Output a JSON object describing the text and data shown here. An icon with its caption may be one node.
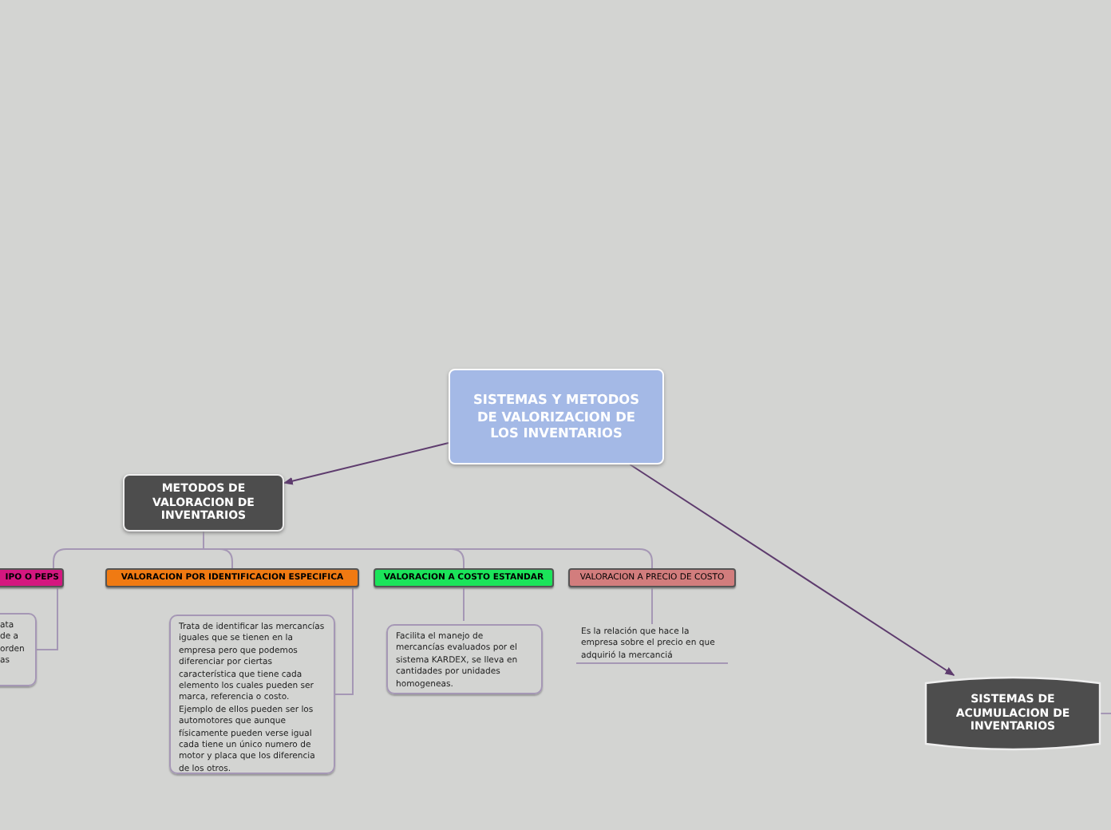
{
  "diagram": {
    "nodes": [
      {
        "text": [
          "SISTEMAS Y METODOS DE VALORIZACION DE LOS INVENTARIOS"
        ]
      },
      {
        "text": [
          "METODOS DE VALORACION DE INVENTARIOS"
        ]
      },
      {
        "text": [
          "IPO O PEPS"
        ]
      },
      {
        "text": [
          "VALORACION POR IDENTIFICACION ESPECIFICA"
        ]
      },
      {
        "text": [
          "VALORACION A COSTO ESTANDAR"
        ]
      },
      {
        "text": [
          "VALORACION A PRECIO DE COSTO"
        ]
      },
      {
        "text": [
          "ata de a orden as"
        ]
      },
      {
        "text": [
          "Trata de identificar las mercancías iguales que se tienen en la empresa pero que podemos diferenciar por ciertas característica que tiene cada elemento los cuales pueden ser marca, referencia o costo. Ejemplo de ellos pueden ser los automotores que aunque físicamente pueden verse igual cada tiene un único numero de motor y placa que los diferencia de los otros."
        ]
      },
      {
        "text": [
          "Facilita el manejo de mercancías evaluados por el sistema KARDEX, se lleva en cantidades por unidades homogeneas."
        ]
      },
      {
        "text": [
          "Es la relación que hace la empresa sobre el precio en que adquirió la mercanciá"
        ]
      },
      {
        "text": [
          "SISTEMAS DE ACUMULACION DE INVENTARIOS"
        ]
      }
    ],
    "edges": [
      {
        "from": 0,
        "to": 1,
        "arrow": "to",
        "color": "#5e3c6e"
      },
      {
        "from": 0,
        "to": 10,
        "arrow": "to",
        "color": "#5e3c6e"
      },
      {
        "from": 1,
        "to": 2,
        "arrow": "none"
      },
      {
        "from": 1,
        "to": 3,
        "arrow": "none"
      },
      {
        "from": 1,
        "to": 4,
        "arrow": "none"
      },
      {
        "from": 1,
        "to": 5,
        "arrow": "none"
      },
      {
        "from": 2,
        "to": 6,
        "arrow": "none"
      },
      {
        "from": 3,
        "to": 7,
        "arrow": "none"
      },
      {
        "from": 4,
        "to": 8,
        "arrow": "none"
      },
      {
        "from": 5,
        "to": 9,
        "arrow": "none"
      },
      {
        "from": 10,
        "to": null,
        "arrow": "none"
      }
    ]
  }
}
